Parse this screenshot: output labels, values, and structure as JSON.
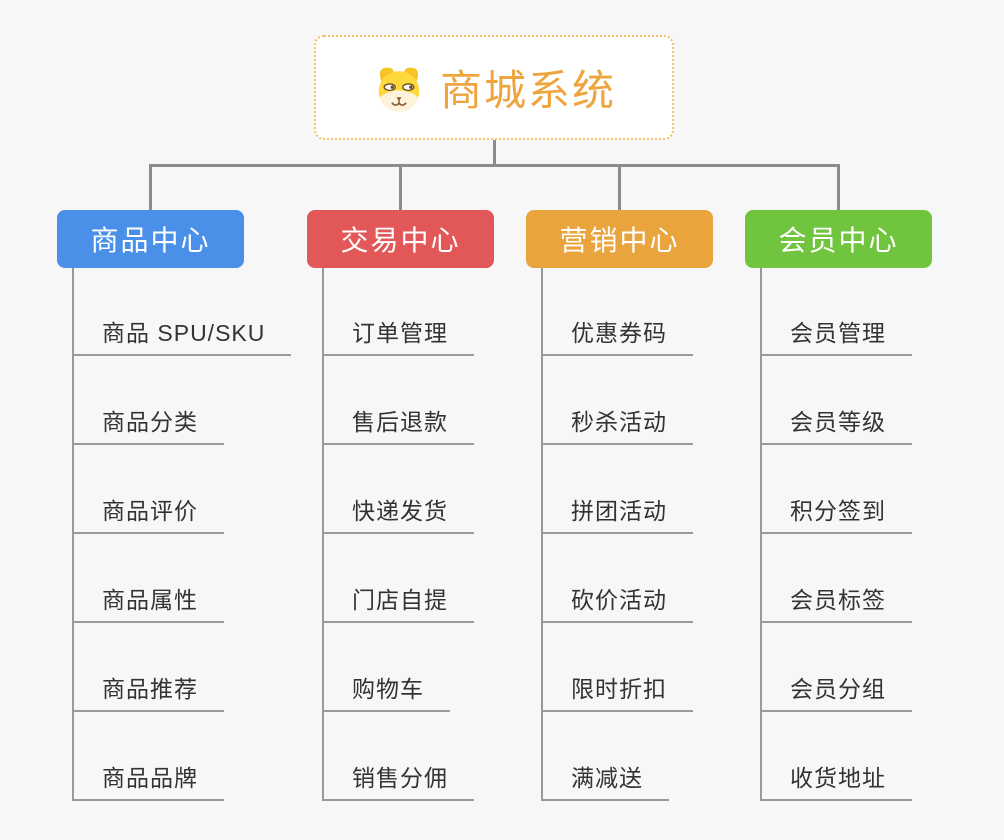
{
  "diagram": {
    "background_color": "#f7f7f7",
    "line_color": "#8c8c8c",
    "leaf_line_color": "#9a9a9a",
    "leaf_text_color": "#333333",
    "root": {
      "label": "商城系统",
      "icon": "dog-face-icon",
      "text_color": "#efa53d",
      "border_color": "#f2c063",
      "fill_color": "#ffffff"
    },
    "branches": [
      {
        "key": "product-center",
        "label": "商品中心",
        "color": "#4a90e8",
        "items": [
          "商品 SPU/SKU",
          "商品分类",
          "商品评价",
          "商品属性",
          "商品推荐",
          "商品品牌"
        ]
      },
      {
        "key": "trade-center",
        "label": "交易中心",
        "color": "#e25758",
        "items": [
          "订单管理",
          "售后退款",
          "快递发货",
          "门店自提",
          "购物车",
          "销售分佣"
        ]
      },
      {
        "key": "marketing-center",
        "label": "营销中心",
        "color": "#e9a43d",
        "items": [
          "优惠券码",
          "秒杀活动",
          "拼团活动",
          "砍价活动",
          "限时折扣",
          "满减送"
        ]
      },
      {
        "key": "member-center",
        "label": "会员中心",
        "color": "#70c43e",
        "items": [
          "会员管理",
          "会员等级",
          "积分签到",
          "会员标签",
          "会员分组",
          "收货地址"
        ]
      }
    ]
  }
}
